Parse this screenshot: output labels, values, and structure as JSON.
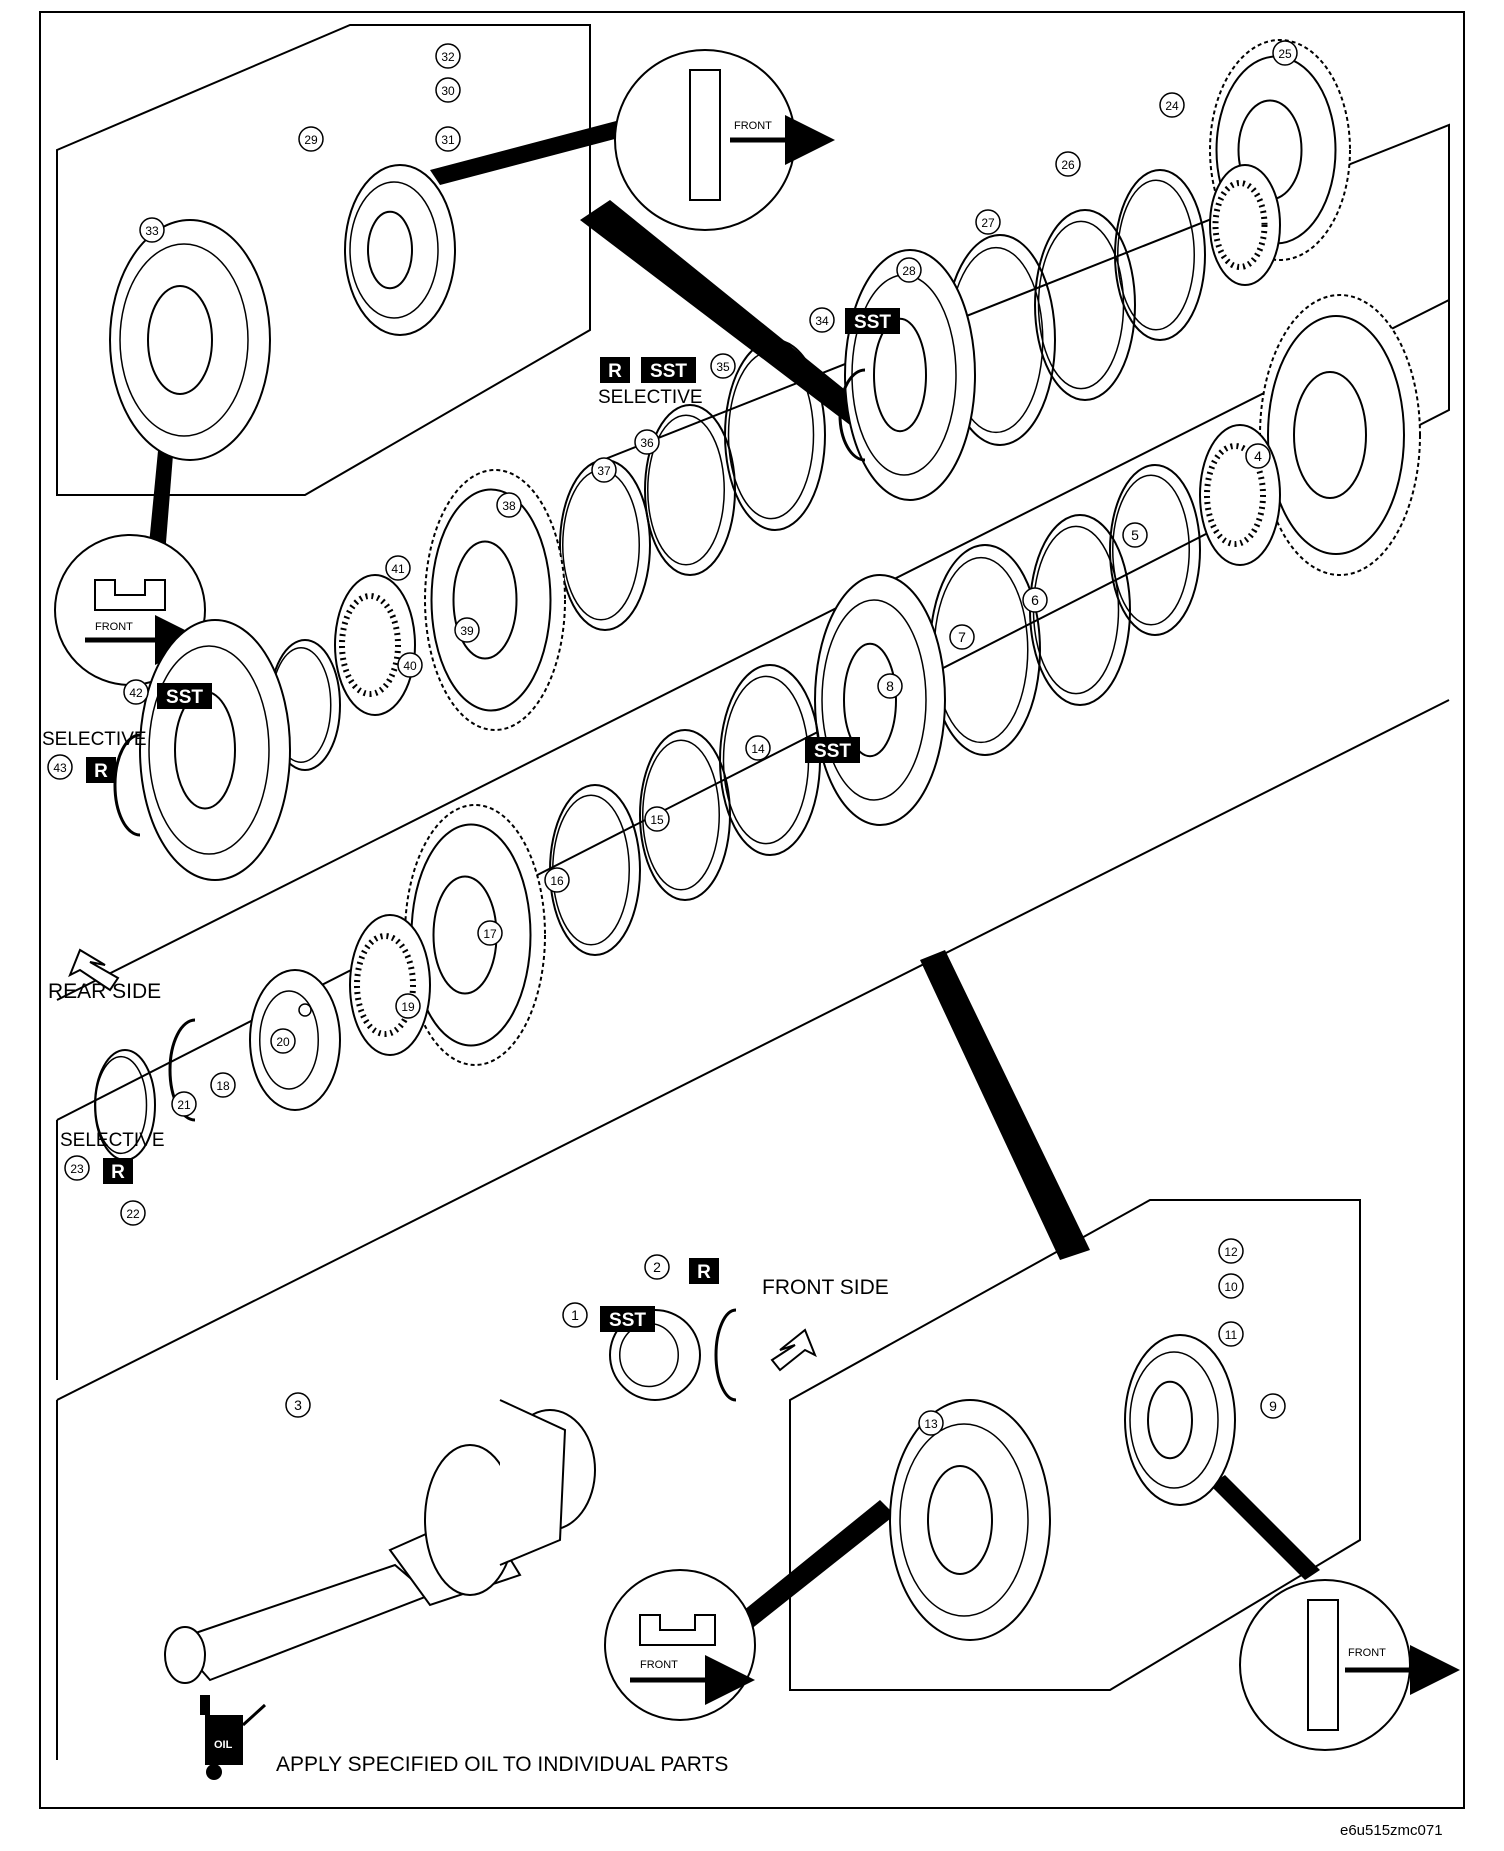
{
  "diagram": {
    "legend_text": "APPLY SPECIFIED OIL TO INDIVIDUAL PARTS",
    "legend_icon": "oil-can-icon",
    "figure_code": "e6u515zmc071",
    "oil_label": "OIL",
    "rear_side_label": "REAR SIDE",
    "front_side_label": "FRONT SIDE",
    "front_label": "FRONT",
    "selective_label": "SELECTIVE",
    "tag_sst": "SST",
    "tag_r": "R",
    "callouts": [
      "1",
      "2",
      "3",
      "4",
      "5",
      "6",
      "7",
      "8",
      "9",
      "10",
      "11",
      "12",
      "13",
      "14",
      "15",
      "16",
      "17",
      "18",
      "19",
      "20",
      "21",
      "22",
      "23",
      "24",
      "25",
      "26",
      "27",
      "28",
      "29",
      "30",
      "31",
      "32",
      "33",
      "34",
      "35",
      "36",
      "37",
      "38",
      "39",
      "40",
      "41",
      "42",
      "43"
    ]
  }
}
